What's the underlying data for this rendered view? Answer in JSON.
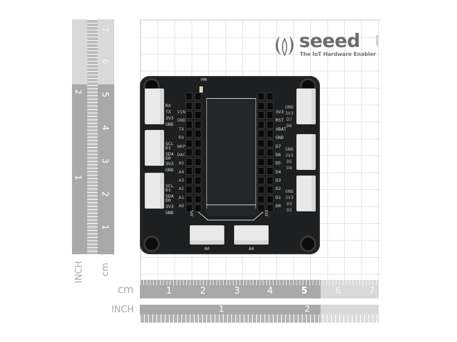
{
  "image": {
    "subject": "Grove Shield PCB (black board) photographed over a measurement grid with rulers",
    "brand": {
      "name": "seeed",
      "tagline": "The IoT Hardware Enabler",
      "suffix": "studio"
    }
  },
  "rulers": {
    "vertical": {
      "cm_label": "cm",
      "inch_label": "INCH",
      "cm_numbers": [
        "7",
        "6",
        "5",
        "4",
        "3",
        "2",
        "1"
      ],
      "inch_numbers": [
        "2",
        "1"
      ]
    },
    "horizontal": {
      "cm_label": "cm",
      "inch_label": "INCH",
      "cm_numbers": [
        "1",
        "2",
        "3",
        "4",
        "5",
        "6",
        "7"
      ],
      "inch_numbers": [
        "1",
        "2"
      ]
    }
  },
  "board": {
    "left_labels_outer": [
      "RX",
      "TX",
      "3V3",
      "GND",
      "SCL",
      "D1",
      "SDA",
      "D0",
      "3V3",
      "GND",
      "SCL",
      "D1",
      "SDA",
      "D0",
      "3V3",
      "GND"
    ],
    "left_labels_inner": [
      "VIN",
      "GND",
      "TX",
      "RX",
      "WKP",
      "DAC",
      "A5",
      "A4",
      "A3",
      "A2",
      "A1",
      "A0"
    ],
    "right_labels_inner": [
      "3V3",
      "RST",
      "VBAT",
      "GND",
      "D7",
      "D6",
      "D5",
      "D4",
      "D3",
      "D2",
      "D1",
      "D0"
    ],
    "right_labels_outer": [
      "GND",
      "3V3",
      "D7",
      "D6",
      "GND",
      "3V3",
      "D5",
      "D4",
      "GND",
      "3V3",
      "D3",
      "D2"
    ],
    "bottom_connectors": [
      "A0",
      "A4"
    ],
    "jumpers": [
      "JP1",
      "JP2"
    ],
    "top_label": "PWR",
    "right_connector_labels": [
      "D6",
      "D4",
      "D2"
    ]
  }
}
